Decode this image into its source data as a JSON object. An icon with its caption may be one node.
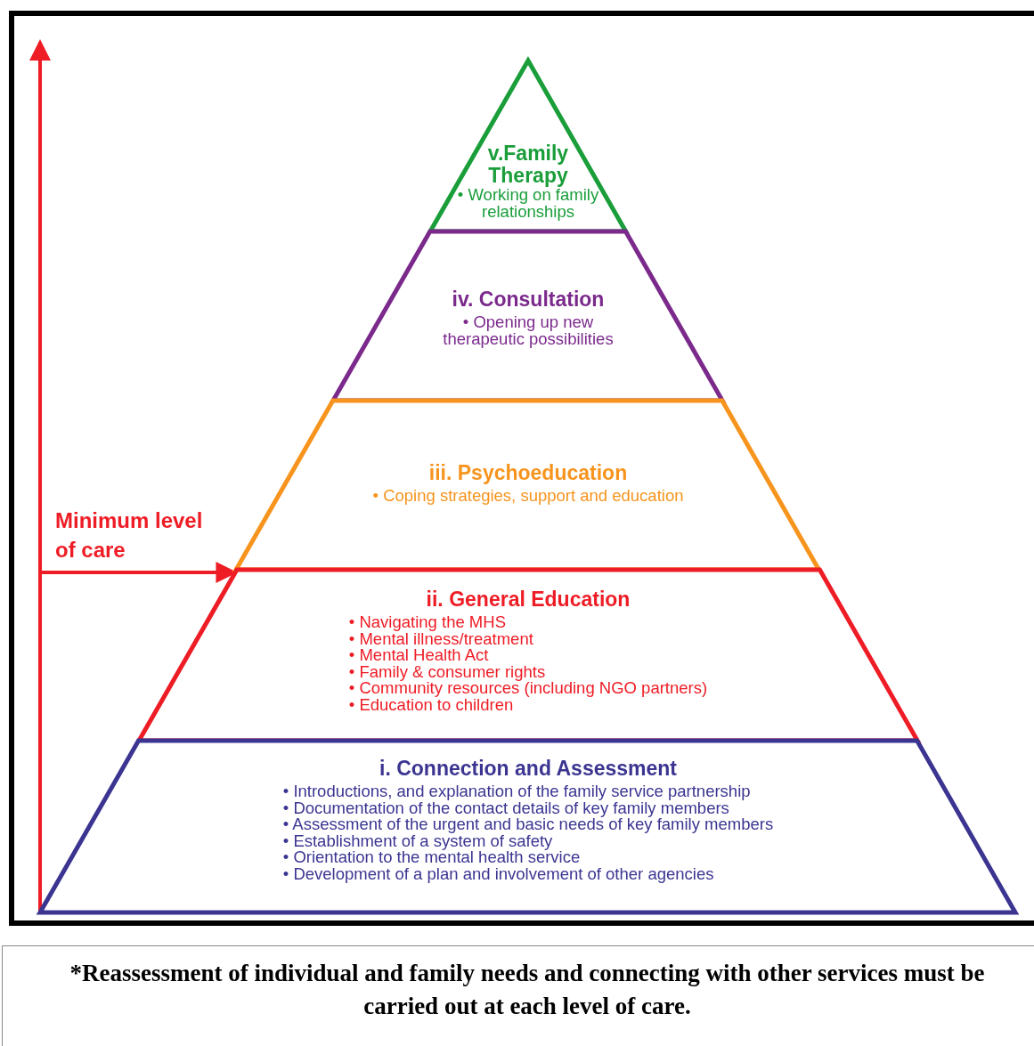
{
  "diagram": {
    "caption": "*Reassessment of individual and family needs and connecting with other services must be carried out at each level of care.",
    "nodes": [
      {
        "text": [
          "v.Family Therapy",
          "• Working on family relationships"
        ]
      },
      {
        "text": [
          "iv. Consultation",
          "• Opening up new therapeutic possibilities"
        ]
      },
      {
        "text": [
          "iii. Psychoeducation",
          "• Coping strategies, support and education"
        ]
      },
      {
        "text": [
          "ii. General Education",
          "• Navigating the MHS",
          "• Mental illness/treatment",
          "• Mental Health Act",
          "• Family & consumer rights",
          "• Community resources (including NGO partners)",
          "• Education to children"
        ]
      },
      {
        "text": [
          "i. Connection and Assessment",
          "• Introductions, and explanation of the family service partnership",
          "• Documentation of the contact details of key family members",
          "• Assessment of the urgent and basic needs of key family members",
          "• Establishment of a system of safety",
          "• Orientation to the mental health service",
          "• Development of a plan and involvement of other agencies"
        ]
      }
    ],
    "edges": [
      {
        "from": null,
        "to": 3,
        "arrow": "to"
      }
    ],
    "labels": [
      "Minimum level of care"
    ]
  }
}
